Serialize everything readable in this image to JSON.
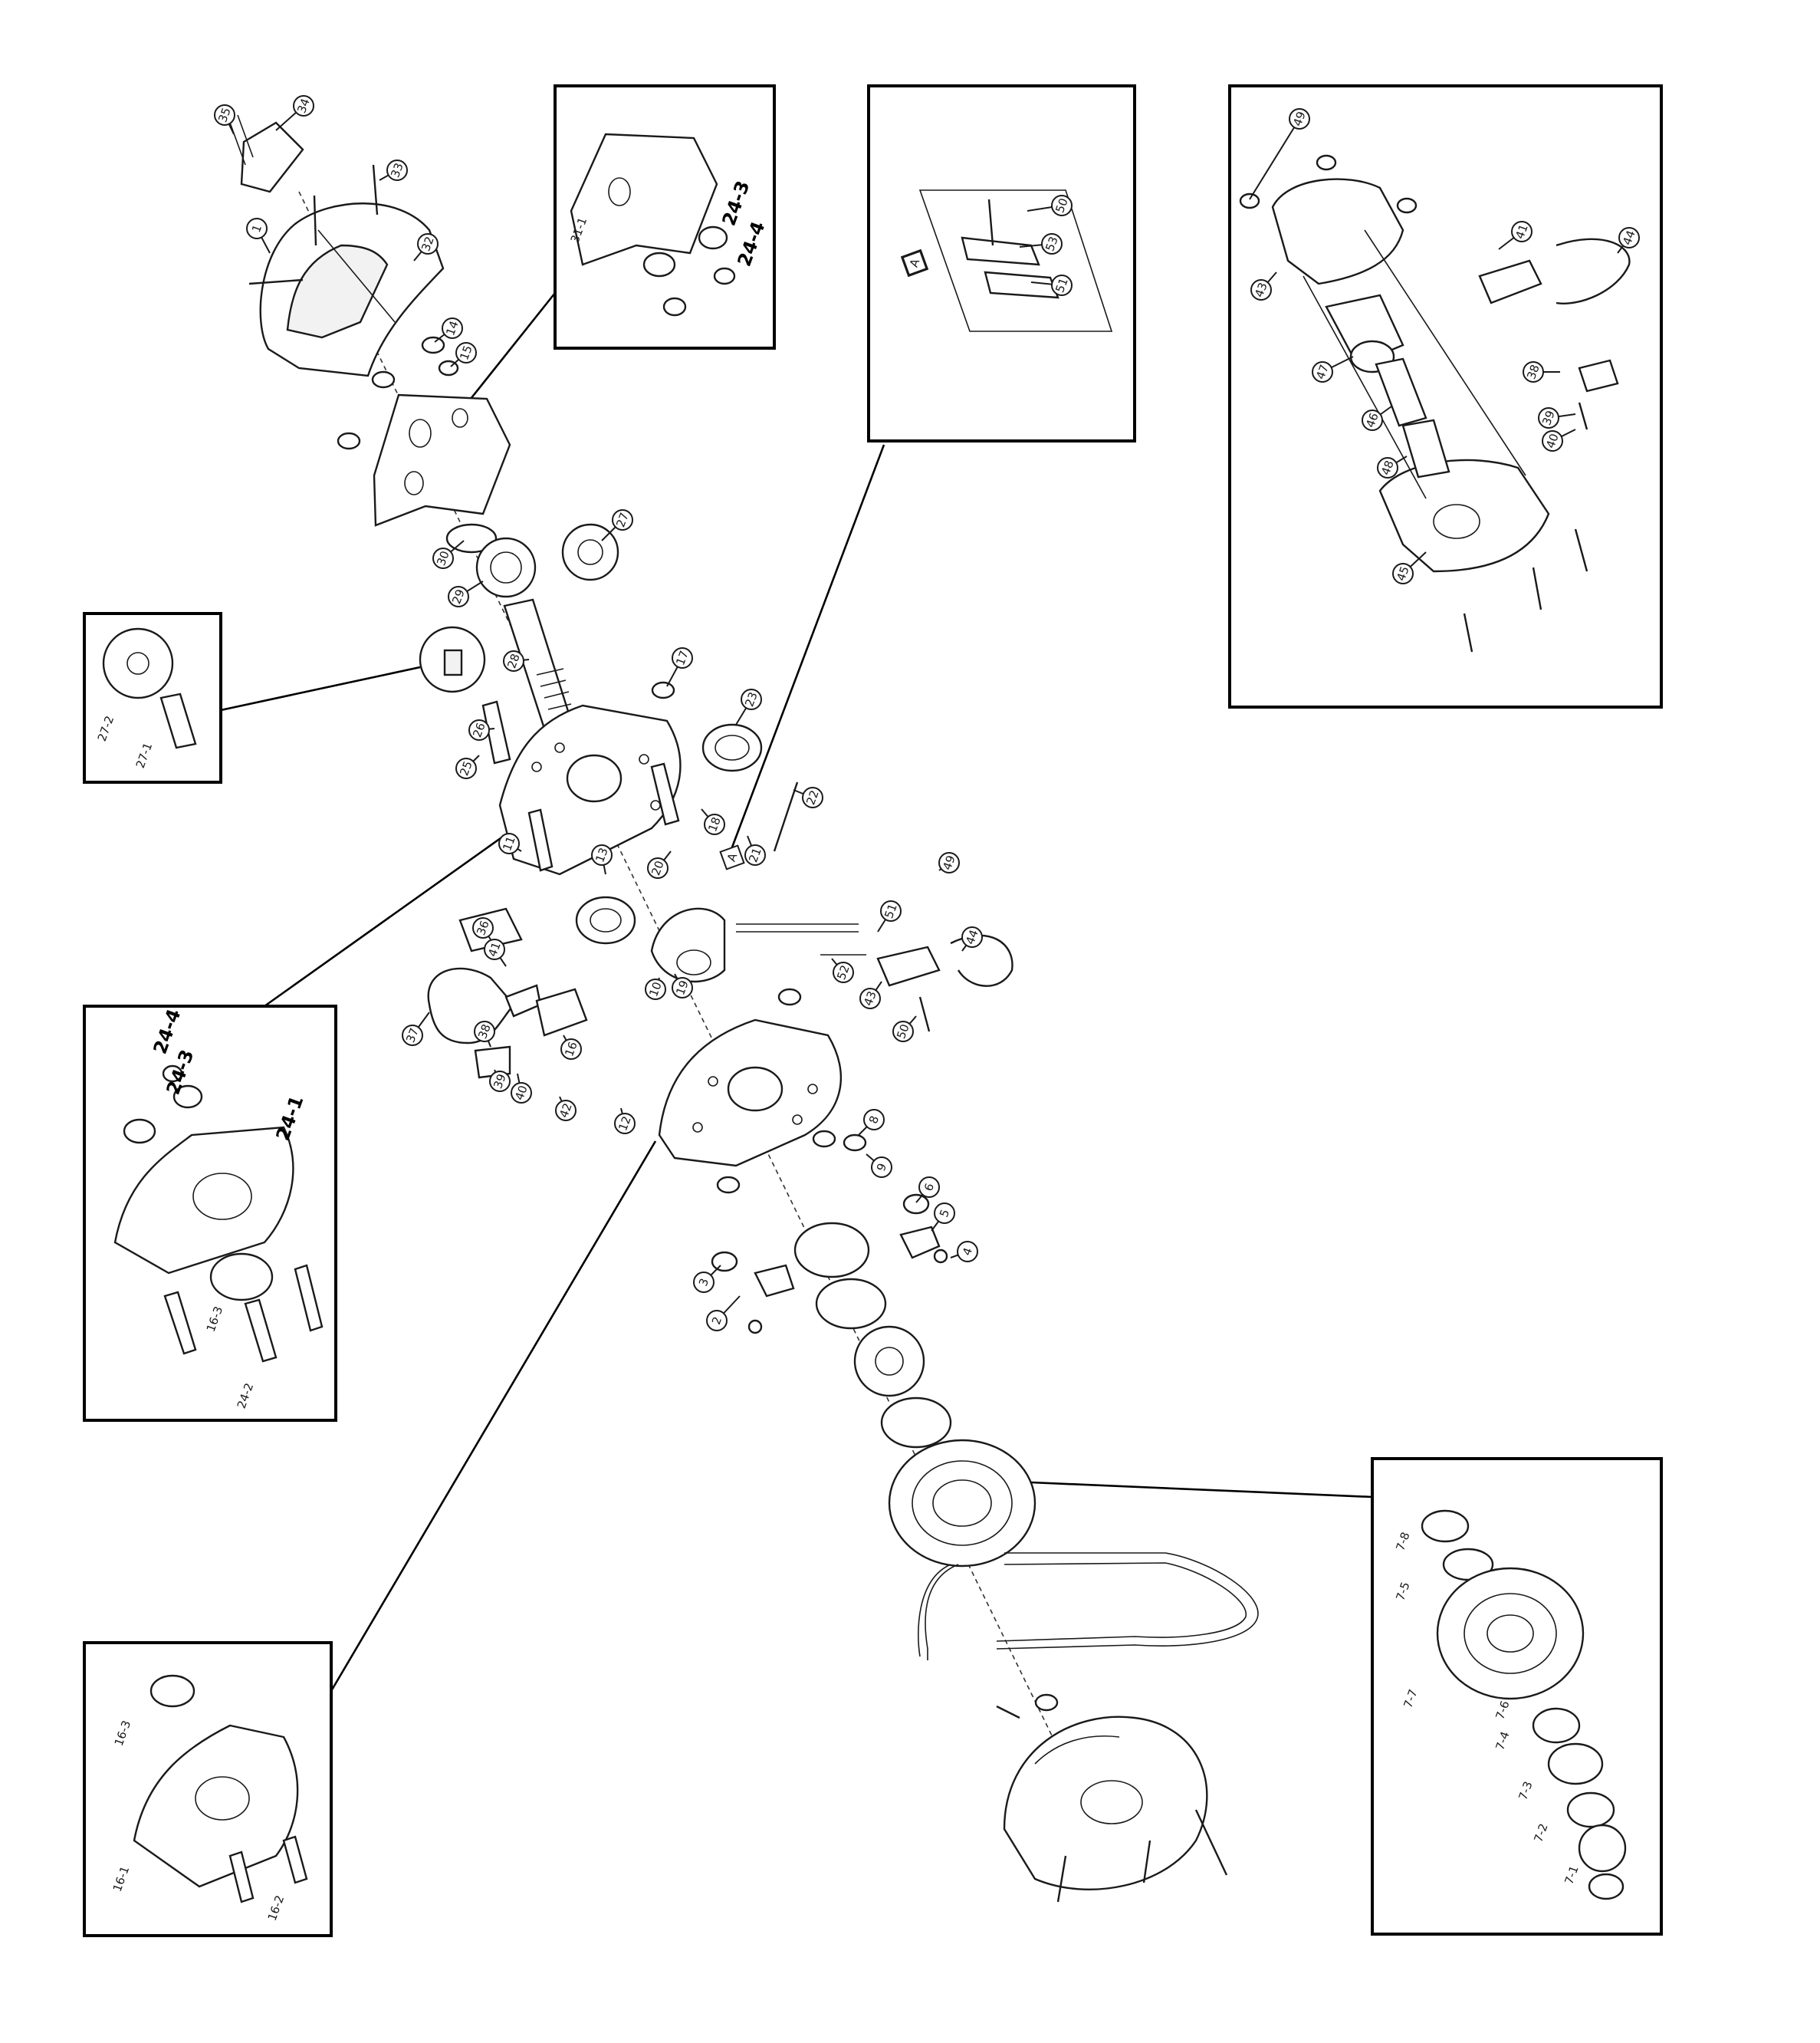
{
  "labels": {
    "main": [
      "1",
      "35",
      "34",
      "33",
      "32",
      "14",
      "15",
      "27",
      "30",
      "29",
      "28",
      "26",
      "25",
      "17",
      "23",
      "18",
      "22",
      "21",
      "20",
      "A",
      "11",
      "41",
      "36",
      "37",
      "38",
      "39",
      "40",
      "42",
      "19",
      "52",
      "51",
      "43",
      "44",
      "50",
      "49",
      "16",
      "13",
      "12",
      "10",
      "8",
      "9",
      "6",
      "5",
      "4",
      "3",
      "2"
    ],
    "inset_top_left": [
      "31-1",
      "24-3",
      "24-4"
    ],
    "inset_chain": [
      "50",
      "53",
      "51",
      "A"
    ],
    "inset_hook": [
      "49",
      "43",
      "41",
      "44",
      "47",
      "46",
      "38",
      "39",
      "40",
      "48",
      "45"
    ],
    "inset_gear": [
      "27-2",
      "27-1"
    ],
    "inset_plate": [
      "24-4",
      "24-3",
      "24-1",
      "16-3",
      "24-2"
    ],
    "inset_cover": [
      "16-3",
      "16-1",
      "16-2"
    ],
    "inset_wheel": [
      "7-8",
      "7-5",
      "7-7",
      "7-6",
      "7-4",
      "7-3",
      "7-2",
      "7-1"
    ]
  },
  "colors": {
    "line": "#1a1a1a",
    "frame": "#000000",
    "background": "#ffffff"
  }
}
